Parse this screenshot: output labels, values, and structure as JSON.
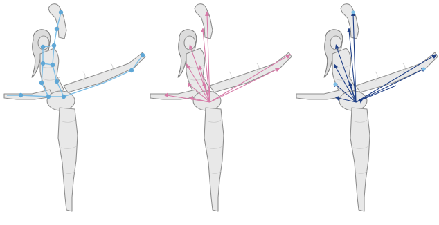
{
  "colors": {
    "outline": "#9c9c9c",
    "body_fill": "#e8e8e8",
    "blue_joint": "#5fa7d6",
    "blue_bone": "#7cbde6",
    "pink_arrow": "#d67aa7",
    "navy_arrow": "#1f3f86"
  },
  "icons": {
    "joint": "circle-marker",
    "arrow": "triangle-arrowhead"
  },
  "panels": [
    {
      "id": "a",
      "style": "skeleton",
      "color": "#5fa7d6"
    },
    {
      "id": "b",
      "style": "pelvis-links",
      "color": "#d67aa7"
    },
    {
      "id": "c",
      "style": "pelvis-links",
      "color": "#1f3f86"
    }
  ]
}
